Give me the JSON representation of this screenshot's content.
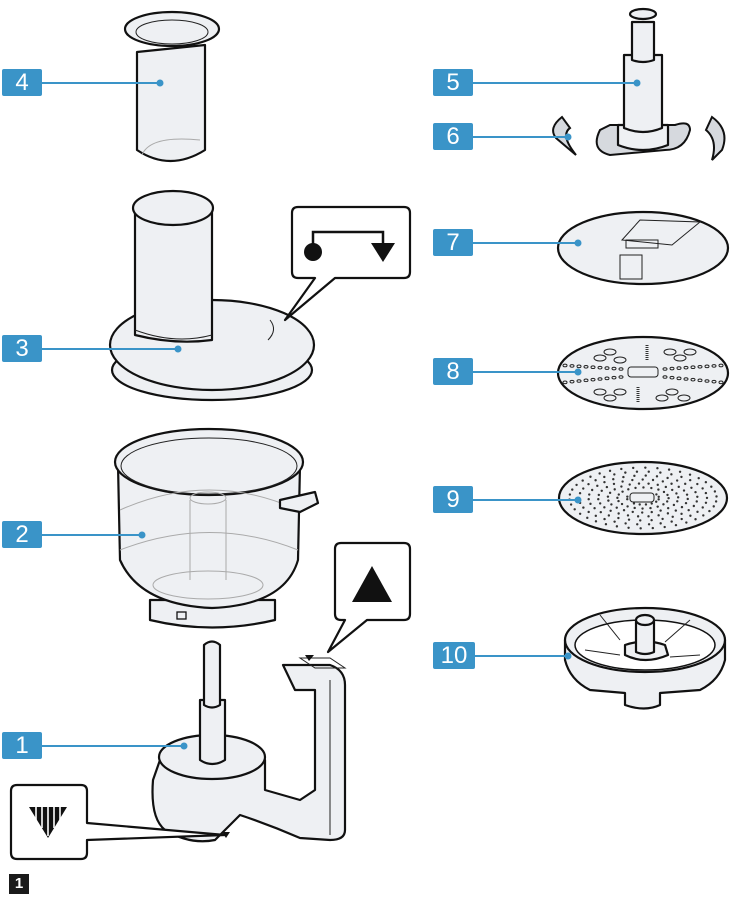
{
  "figure": {
    "title_label": "1",
    "accent_color": "#3a94c8"
  },
  "parts": [
    {
      "number": "1",
      "name": "Base / drive unit with shaft"
    },
    {
      "number": "2",
      "name": "Bowl"
    },
    {
      "number": "3",
      "name": "Lid with feed tube"
    },
    {
      "number": "4",
      "name": "Pusher"
    },
    {
      "number": "5",
      "name": "Blade holder"
    },
    {
      "number": "6",
      "name": "Universal blades"
    },
    {
      "number": "7",
      "name": "Slicing disc"
    },
    {
      "number": "8",
      "name": "Shredding disc"
    },
    {
      "number": "9",
      "name": "Grating disc"
    },
    {
      "number": "10",
      "name": "Disc carrier"
    }
  ],
  "symbols": {
    "lid_lock": "circle-to-arrow-lock-symbol",
    "bowl_mark": "triangle-up-symbol",
    "base_mark": "striped-triangle-down-symbol"
  }
}
